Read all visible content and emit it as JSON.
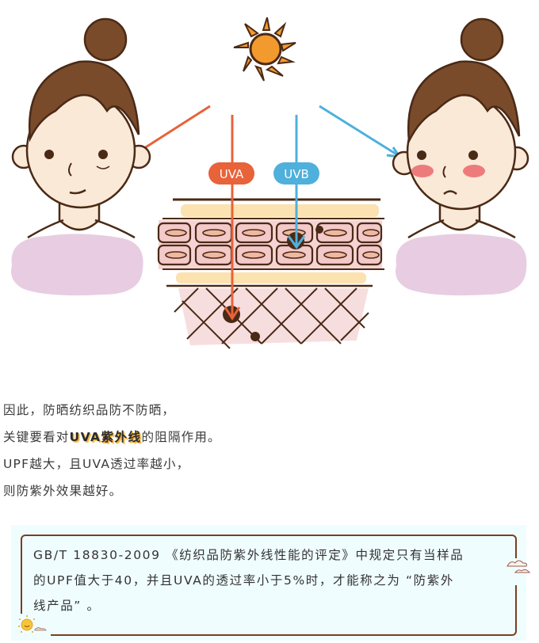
{
  "illustration": {
    "labels": {
      "uva": "UVA",
      "uvb": "UVB"
    },
    "colors": {
      "uva": "#e8623a",
      "uvb": "#4fb0dc",
      "sun": "#f39a2e",
      "hair": "#7a4b2a",
      "outline": "#4a2a16",
      "shirt": "#e8cde2",
      "skin": "#fbe9d8",
      "blush": "#ee7b7b",
      "epidermis_band": "#fbe2b0",
      "cell_layer": "#f4c9c9",
      "dermis": "#f7dede"
    },
    "left_person": "aged-skin-face",
    "right_person": "sunburned-face",
    "sun_icon": "sun-icon"
  },
  "paragraph": {
    "line1": "因此，防晒纺织品防不防晒，",
    "line2_prefix": "关键要看对",
    "line2_highlight": "UVA紫外线",
    "line2_suffix": "的阻隔作用。",
    "line3": "UPF越大，且UVA透过率越小，",
    "line4": "则防紫外效果越好。"
  },
  "note": {
    "line1": "GB/T 18830-2009 《纺织品防紫外线性能的评定》中规定只有当样品",
    "line2": "的UPF值大于40，并且UVA的透过率小于5%时，才能称之为 “防紫外",
    "line3": "线产品” 。",
    "colors": {
      "background": "#f0fdff",
      "border": "#7a3f1e"
    }
  }
}
